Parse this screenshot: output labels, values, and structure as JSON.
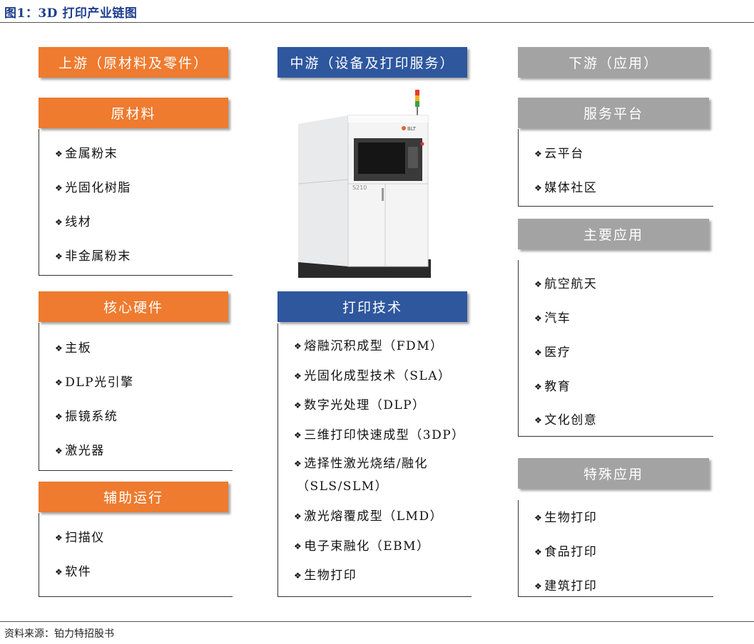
{
  "figure": {
    "title": "图1：3D 打印产业链图",
    "source": "资料来源：铂力特招股书"
  },
  "columns": {
    "upstream": {
      "label": "上游（原材料及零件）"
    },
    "midstream": {
      "label": "中游（设备及打印服务）"
    },
    "downstream": {
      "label": "下游（应用）"
    }
  },
  "upstream_groups": [
    {
      "label": "原材料",
      "items": [
        "金属粉末",
        "光固化树脂",
        "线材",
        "非金属粉末"
      ]
    },
    {
      "label": "核心硬件",
      "items": [
        "主板",
        "DLP光引擎",
        "振镜系统",
        "激光器"
      ]
    },
    {
      "label": "辅助运行",
      "items": [
        "扫描仪",
        "软件"
      ]
    }
  ],
  "midstream_groups": [
    {
      "label": "打印技术",
      "items": [
        "熔融沉积成型（FDM）",
        "光固化成型技术（SLA）",
        "数字光处理（DLP）",
        "三维打印快速成型（3DP）",
        "选择性激光烧结/融化",
        "（SLS/SLM）",
        "激光熔覆成型（LMD）",
        "电子束融化（EBM）",
        "生物打印"
      ]
    }
  ],
  "downstream_groups": [
    {
      "label": "服务平台",
      "items": [
        "云平台",
        "媒体社区"
      ]
    },
    {
      "label": "主要应用",
      "items": [
        "航空航天",
        "汽车",
        "医疗",
        "教育",
        "文化创意"
      ]
    },
    {
      "label": "特殊应用",
      "items": [
        "生物打印",
        "食品打印",
        "建筑打印"
      ]
    }
  ],
  "printer": {
    "brand": "BLT",
    "model": "S210"
  },
  "bullet": "❖",
  "colors": {
    "upstream": "#ee7b2f",
    "midstream": "#2e579e",
    "downstream": "#a3a3a3"
  },
  "icons": [
    "printer-illustration"
  ]
}
